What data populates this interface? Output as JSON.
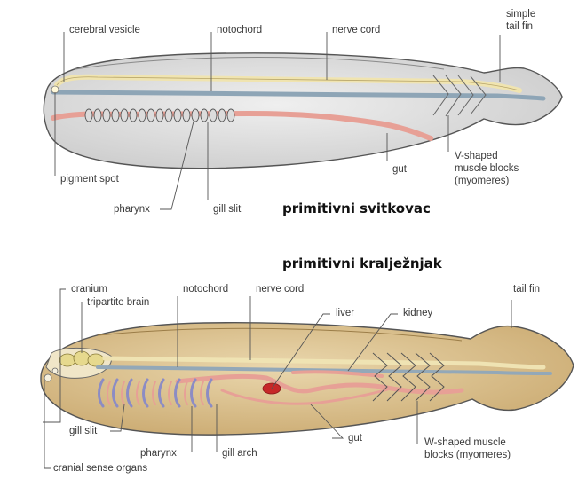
{
  "titles": {
    "top": "primitivni svitkovac",
    "bottom": "primitivni kralježnjak"
  },
  "top_diagram": {
    "labels": {
      "cerebral_vesicle": "cerebral vesicle",
      "notochord": "notochord",
      "nerve_cord": "nerve cord",
      "simple_tail_fin_1": "simple",
      "simple_tail_fin_2": "tail fin",
      "pigment_spot": "pigment spot",
      "pharynx": "pharynx",
      "gill_slit": "gill slit",
      "gut": "gut",
      "v_shaped_1": "V-shaped",
      "v_shaped_2": "muscle blocks",
      "v_shaped_3": "(myomeres)"
    }
  },
  "bottom_diagram": {
    "labels": {
      "cranium": "cranium",
      "tripartite_brain": "tripartite brain",
      "notochord": "notochord",
      "nerve_cord": "nerve cord",
      "liver": "liver",
      "kidney": "kidney",
      "tail_fin": "tail fin",
      "gill_slit": "gill slit",
      "pharynx": "pharynx",
      "gill_arch": "gill arch",
      "gut": "gut",
      "w_shaped_1": "W-shaped muscle",
      "w_shaped_2": "blocks (myomeres)",
      "cranial_sense_organs": "cranial sense organs"
    }
  },
  "colors": {
    "top_body": "#d9d9d9",
    "top_outline": "#555555",
    "bottom_body": "#d9c090",
    "bottom_outline": "#555555",
    "nerve_cord": "#f1e6b8",
    "notochord": "#8fa6b8",
    "gut": "#e9a29a",
    "liver": "#c62828",
    "leader": "#555555"
  }
}
